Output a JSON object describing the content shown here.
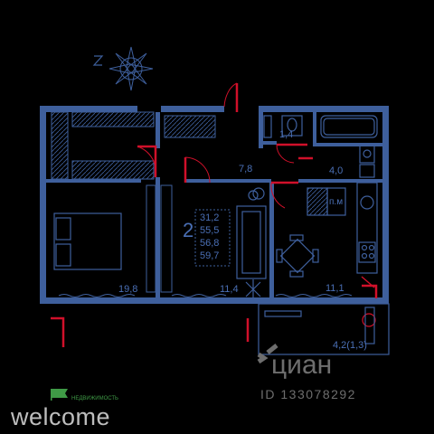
{
  "plan": {
    "rooms_count": "2",
    "area_values": [
      "31,2",
      "55,5",
      "56,8",
      "59,7"
    ],
    "rooms": [
      {
        "id": "bedroom",
        "area": "19,8"
      },
      {
        "id": "living",
        "area": "11,4"
      },
      {
        "id": "kitchen",
        "area": "11,1"
      },
      {
        "id": "hall",
        "area": "7,8"
      },
      {
        "id": "bath",
        "area": "4,0"
      },
      {
        "id": "wc",
        "area": "1,4"
      },
      {
        "id": "loggia",
        "area": "4,2(1,3)"
      }
    ],
    "fridge_label": "п.м"
  },
  "watermark": {
    "brand": "циан",
    "id_text": "ID 133078292"
  },
  "logo": {
    "tagline": "НЕДВИЖИМОСТЬ",
    "name": "welcome"
  },
  "colors": {
    "wall": "#3e5f9c",
    "door": "#d0102a",
    "background": "#000000",
    "logo_green": "#3f9a46"
  }
}
